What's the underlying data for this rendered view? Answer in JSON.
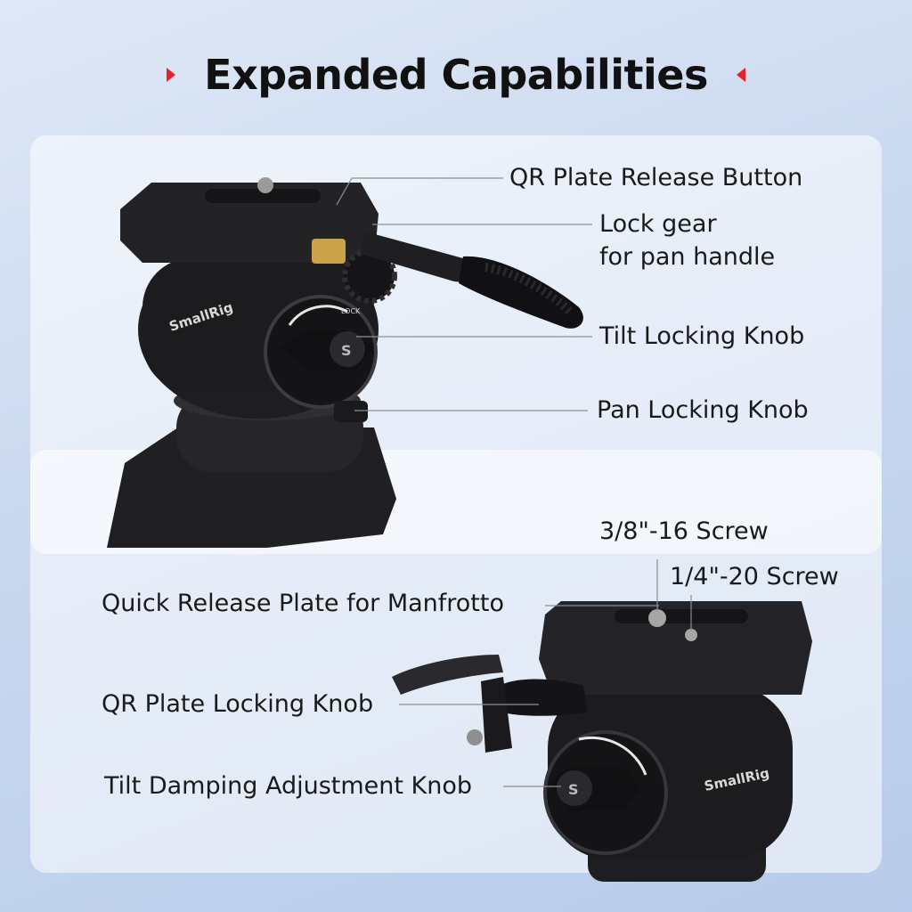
{
  "header": {
    "title": "Expanded Capabilities",
    "accent_color": "#e8202a"
  },
  "top_product": {
    "brand_logo_text": "SmallRig",
    "lock_text": "LOCK",
    "callouts": {
      "qr_plate_release_button": "QR Plate Release Button",
      "lock_gear_line1": "Lock gear",
      "lock_gear_line2": "for pan handle",
      "tilt_locking_knob": "Tilt Locking Knob",
      "pan_locking_knob": "Pan Locking Knob"
    }
  },
  "bottom_product": {
    "brand_logo_text": "SmallRig",
    "callouts": {
      "screw_38": "3/8\"-16 Screw",
      "screw_14": "1/4\"-20 Screw",
      "quick_release_plate": "Quick Release Plate for Manfrotto",
      "qr_plate_locking_knob": "QR Plate Locking Knob",
      "tilt_damping_knob": "Tilt Damping Adjustment Knob"
    }
  },
  "colors": {
    "product_body": "#1c1c1e",
    "brass_button": "#c9a24a",
    "leader_line": "#8a8f98"
  }
}
